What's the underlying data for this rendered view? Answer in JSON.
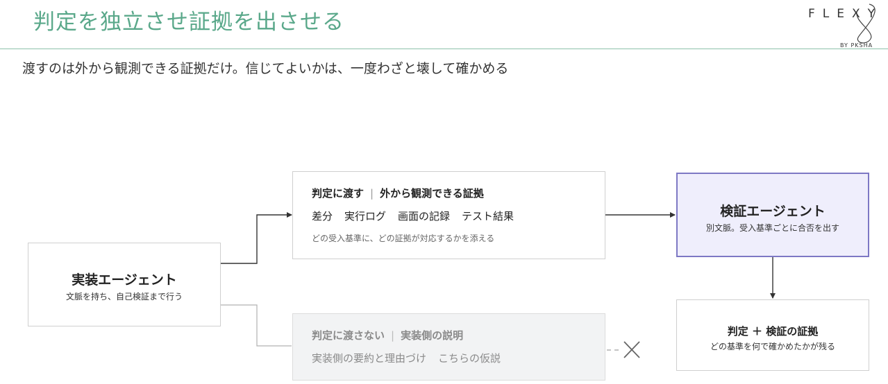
{
  "header": {
    "title": "判定を独立させ証拠を出させる",
    "subtitle": "渡すのは外から観測できる証拠だけ。信じてよいかは、一度わざと壊して確かめる"
  },
  "logo": {
    "wordmark": "FLEXY",
    "byline": "BY PKSHA",
    "color": "#333333"
  },
  "diagram": {
    "implementation_agent": {
      "title": "実装エージェント",
      "subtitle": "文脈を持ち、自己検証まで行う"
    },
    "pass_to_judge": {
      "heading_left": "判定に渡す",
      "separator": "|",
      "heading_right": "外から観測できる証拠",
      "items": [
        "差分",
        "実行ログ",
        "画面の記録",
        "テスト結果"
      ],
      "note": "どの受入基準に、どの証拠が対応するかを添える"
    },
    "not_passed": {
      "heading_left": "判定に渡さない",
      "separator": "|",
      "heading_right": "実装側の説明",
      "items": [
        "実装側の要約と理由づけ",
        "こちらの仮説"
      ]
    },
    "verification_agent": {
      "title": "検証エージェント",
      "subtitle": "別文脈。受入基準ごとに合否を出す"
    },
    "result": {
      "title": "判定 ＋ 検証の証拠",
      "subtitle": "どの基準を何で確かめたかが残る"
    }
  },
  "colors": {
    "title_green": "#5aa88a",
    "verify_fill": "#efeefc",
    "verify_border": "#7d78c4",
    "connector": "#333333",
    "blocked_connector": "#b0b0b0"
  }
}
